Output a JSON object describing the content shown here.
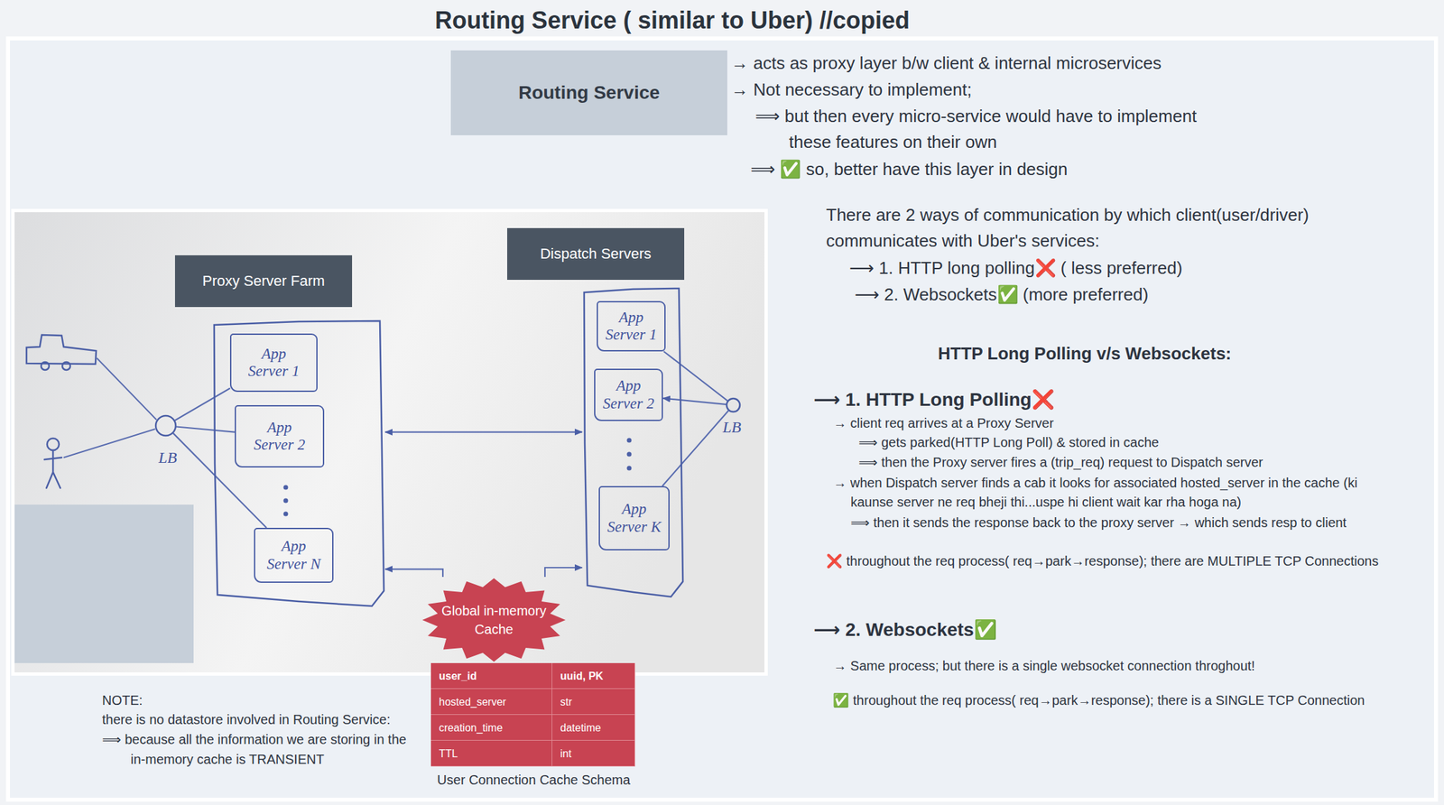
{
  "diagram": {
    "title": "Routing Service ( similar to Uber) //copied",
    "nodes": [
      {
        "text": [
          "Routing Service"
        ]
      },
      {
        "text": [
          "Proxy Server Farm"
        ]
      },
      {
        "text": [
          "App Server 1"
        ],
        "in": 1
      },
      {
        "text": [
          "App Server 2"
        ],
        "in": 1
      },
      {
        "text": [
          "App Server N"
        ],
        "in": 1
      },
      {
        "text": [
          "Dispatch Servers"
        ]
      },
      {
        "text": [
          "App Server 1"
        ],
        "in": 5
      },
      {
        "text": [
          "App Server 2"
        ],
        "in": 5
      },
      {
        "text": [
          "App Server K"
        ],
        "in": 5
      },
      {
        "text": [
          "LB"
        ]
      },
      {
        "text": [
          "LB"
        ]
      },
      {
        "text": [
          "Global in-memory Cache"
        ]
      }
    ],
    "edges": [
      {
        "from": 9,
        "to": 2,
        "arrow": "none"
      },
      {
        "from": 9,
        "to": 3,
        "arrow": "none"
      },
      {
        "from": 9,
        "to": 4,
        "arrow": "none"
      },
      {
        "from": 1,
        "to": 5,
        "arrow": "both"
      },
      {
        "from": 11,
        "to": 1,
        "arrow": "to"
      },
      {
        "from": 11,
        "to": 5,
        "arrow": "to"
      },
      {
        "from": 10,
        "to": 6,
        "arrow": "none"
      },
      {
        "from": 10,
        "to": 7,
        "arrow": "to"
      },
      {
        "from": 10,
        "to": 8,
        "arrow": "none"
      }
    ],
    "labels": [
      "→ acts as proxy layer b/w client & internal microservices",
      "→ Not necessary to implement;",
      "⟹ but then every micro-service would have to implement these features on their own",
      "⟹ ✅ so, better have this layer in design",
      "There are 2 ways of communication by which client(user/driver) communicates with Uber's services:",
      "⟶ 1. HTTP long polling❌ ( less preferred)",
      "⟶ 2. Websockets✅ (more preferred)",
      "HTTP Long Polling v/s Websockets:",
      "⟶ 1. HTTP Long Polling❌",
      "→ client req arrives at a Proxy Server",
      "⟹ gets parked(HTTP Long Poll) & stored in cache",
      "⟹ then the Proxy server fires a (trip_req) request to Dispatch server",
      "→ when Dispatch server finds a cab it looks for associated hosted_server in the cache (ki kaunse server ne req bheji thi...uspe hi client wait kar rha hoga na)",
      "⟹ then it sends the response back to the proxy server → which sends resp to client",
      "❌ throughout the req process( req→park→response); there are MULTIPLE TCP Connections",
      "⟶ 2. Websockets✅",
      "→ Same process; but there is a single websocket connection throghout!",
      "✅ throughout the req process( req→park→response); there is a SINGLE TCP Connection",
      "NOTE:",
      "there is no datastore involved in Routing Service:",
      "⟹ because all the information we are storing in the in-memory cache is TRANSIENT",
      "user_id",
      "uuid, PK",
      "hosted_server",
      "str",
      "creation_time",
      "datetime",
      "TTL",
      "int",
      "User Connection Cache Schema"
    ]
  }
}
